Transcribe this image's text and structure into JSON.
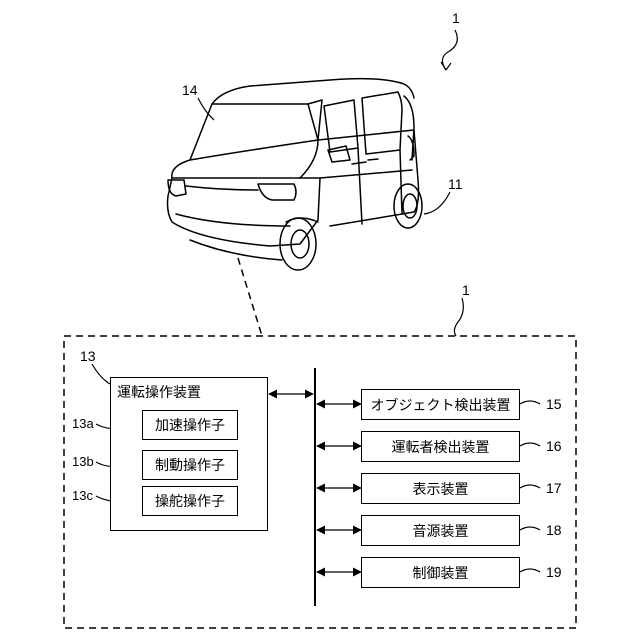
{
  "refs": {
    "system_top": "1",
    "system_box": "1",
    "vehicle_body": "14",
    "wheel": "11",
    "driving_operation_device": "13",
    "accel_operator": "13a",
    "brake_operator": "13b",
    "steering_operator": "13c",
    "object_detection": "15",
    "driver_detection": "16",
    "display": "17",
    "sound_source": "18",
    "control": "19"
  },
  "labels": {
    "driving_operation_device": "運転操作装置",
    "accel_operator": "加速操作子",
    "brake_operator": "制動操作子",
    "steering_operator": "操舵操作子",
    "object_detection": "オブジェクト検出装置",
    "driver_detection": "運転者検出装置",
    "display": "表示装置",
    "sound_source": "音源装置",
    "control": "制御装置"
  }
}
